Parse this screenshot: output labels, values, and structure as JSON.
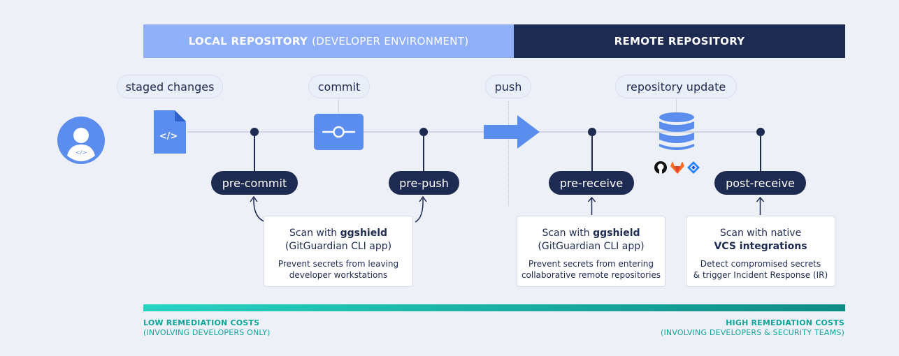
{
  "header": {
    "local_bold": "LOCAL REPOSITORY",
    "local_sub": "(DEVELOPER ENVIRONMENT)",
    "remote": "REMOTE REPOSITORY"
  },
  "stages": {
    "staged": "staged changes",
    "commit": "commit",
    "push": "push",
    "repo_update": "repository update"
  },
  "hooks": {
    "pre_commit": "pre-commit",
    "pre_push": "pre-push",
    "pre_receive": "pre-receive",
    "post_receive": "post-receive"
  },
  "boxes": {
    "local": {
      "scan_prefix": "Scan with ",
      "scan_tool": "ggshield",
      "app": "(GitGuardian CLI app)",
      "desc1": "Prevent secrets from leaving",
      "desc2": "developer workstations"
    },
    "remote": {
      "scan_prefix": "Scan with ",
      "scan_tool": "ggshield",
      "app": "(GitGuardian CLI app)",
      "desc1": "Prevent secrets from entering",
      "desc2": "collaborative remote repositories"
    },
    "native": {
      "line1": "Scan with native",
      "line2": "VCS integrations",
      "desc1": "Detect compromised secrets",
      "desc2": "& trigger Incident Response (IR)"
    }
  },
  "costs": {
    "low1": "LOW REMEDIATION COSTS",
    "low2": "(INVOLVING DEVELOPERS ONLY)",
    "high1": "HIGH REMEDIATION COSTS",
    "high2": "(INVOLVING DEVELOPERS & SECURITY TEAMS)"
  },
  "colors": {
    "navy": "#1d2a52",
    "light_blue": "#8fb0f9",
    "icon_blue": "#5b8def",
    "teal_start": "#26d4c3",
    "teal_end": "#0f8b85"
  },
  "icons": [
    "developer-avatar-icon",
    "code-file-icon",
    "commit-icon",
    "push-arrow-icon",
    "database-icon",
    "github-icon",
    "gitlab-icon",
    "bitbucket-icon",
    "up-arrow-icon"
  ]
}
